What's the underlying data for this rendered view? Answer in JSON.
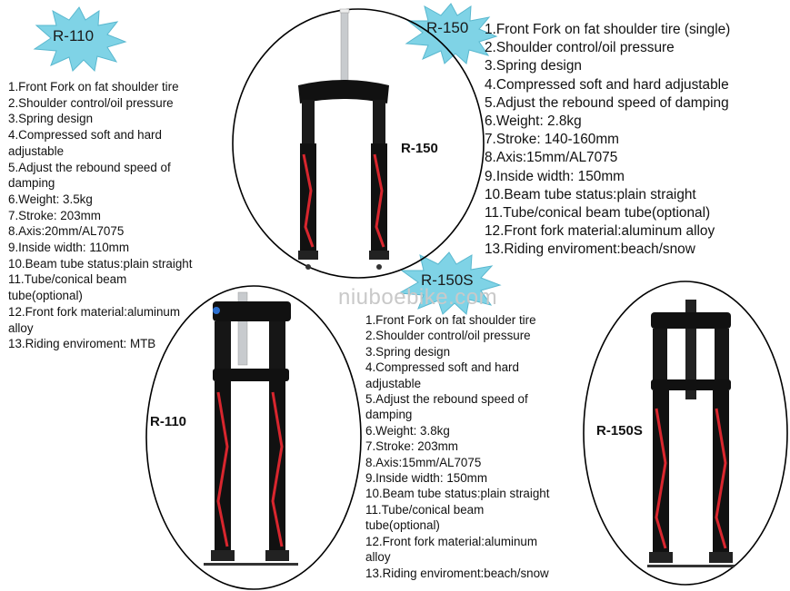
{
  "badges": {
    "r110": "R-110",
    "r150": "R-150",
    "r150s": "R-150S"
  },
  "labels": {
    "r150": "R-150",
    "r110": "R-110",
    "r150s": "R-150S"
  },
  "watermark": "niuboebike.com",
  "r110_specs": [
    "1.Front Fork on fat shoulder tire",
    "2.Shoulder control/oil pressure",
    "3.Spring design",
    "4.Compressed soft and hard\nadjustable",
    "5.Adjust the rebound speed of\ndamping",
    "6.Weight: 3.5kg",
    "7.Stroke: 203mm",
    "8.Axis:20mm/AL7075",
    "9.Inside width: 110mm",
    "10.Beam tube status:plain straight",
    "11.Tube/conical beam\ntube(optional)",
    "12.Front fork material:aluminum\nalloy",
    "13.Riding enviroment: MTB"
  ],
  "r150_specs": [
    "1.Front Fork on fat shoulder tire (single)",
    "2.Shoulder control/oil pressure",
    "3.Spring design",
    "4.Compressed soft and hard adjustable",
    "5.Adjust the rebound speed of damping",
    "6.Weight: 2.8kg",
    "7.Stroke: 140-160mm",
    "8.Axis:15mm/AL7075",
    "9.Inside width: 150mm",
    "10.Beam tube status:plain straight",
    "11.Tube/conical beam tube(optional)",
    "12.Front fork material:aluminum alloy",
    "13.Riding enviroment:beach/snow"
  ],
  "r150s_specs": [
    "1.Front Fork on fat shoulder tire",
    "2.Shoulder control/oil pressure",
    "3.Spring design",
    "4.Compressed soft and hard\nadjustable",
    "5.Adjust the rebound speed of\ndamping",
    "6.Weight: 3.8kg",
    "7.Stroke: 203mm",
    "8.Axis:15mm/AL7075",
    "9.Inside width: 150mm",
    "10.Beam tube status:plain straight",
    "11.Tube/conical beam\ntube(optional)",
    "12.Front fork material:aluminum\nalloy",
    "13.Riding enviroment:beach/snow"
  ],
  "colors": {
    "badge_fill": "#7fd3e6",
    "badge_edge": "#5ab8cf",
    "fork_body": "#111111",
    "fork_accent": "#d8262e",
    "stanchion": "#bfc3c7",
    "oval_stroke": "#000000"
  }
}
